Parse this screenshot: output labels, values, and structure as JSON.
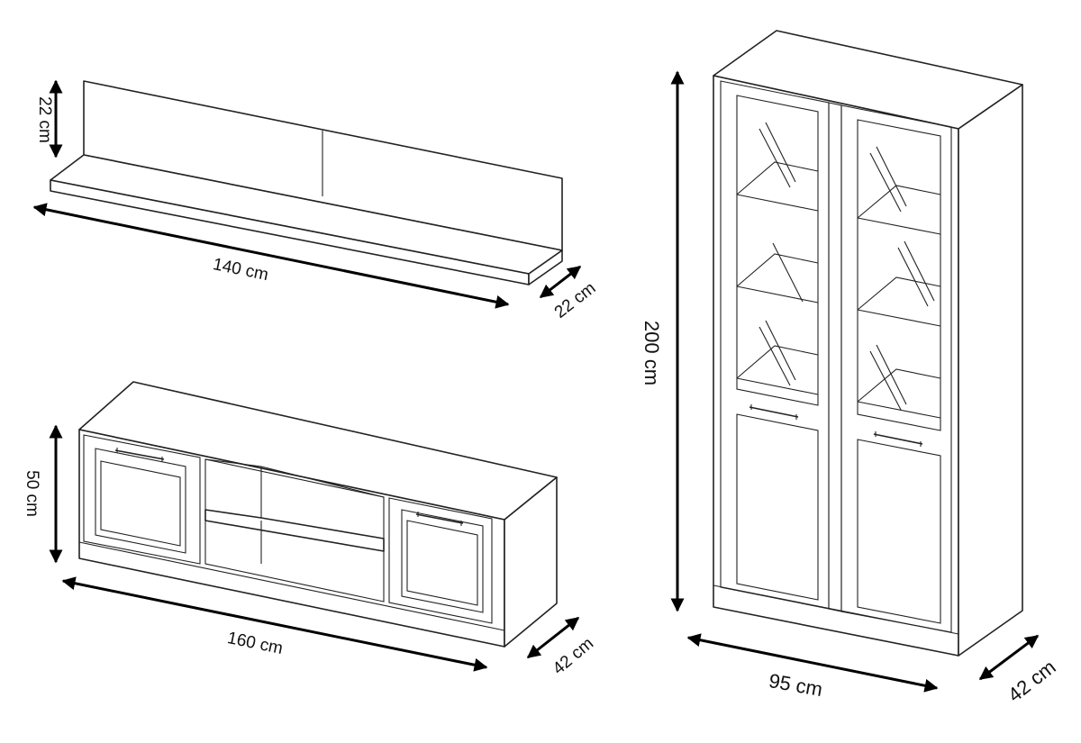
{
  "wall_shelf": {
    "height_label": "22 cm",
    "width_label": "140 cm",
    "depth_label": "22 cm"
  },
  "tv_unit": {
    "height_label": "50 cm",
    "width_label": "160 cm",
    "depth_label": "42 cm"
  },
  "display_cabinet": {
    "height_label": "200 cm",
    "width_label": "95 cm",
    "depth_label": "42 cm"
  }
}
